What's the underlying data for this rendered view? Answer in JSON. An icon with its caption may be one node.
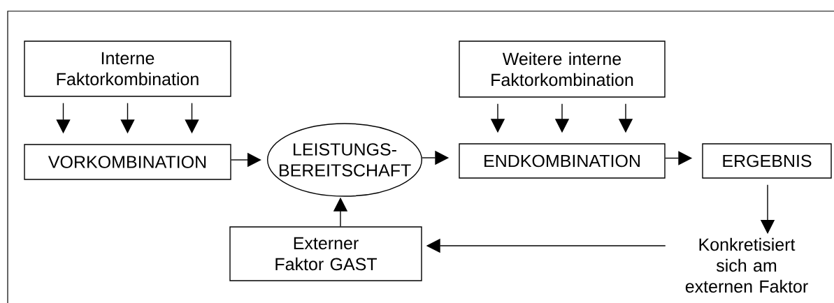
{
  "diagram": {
    "nodes": [
      {
        "text": [
          "Interne Faktorkombination"
        ]
      },
      {
        "text": [
          "VORKOMBINATION"
        ]
      },
      {
        "text": [
          "LEISTUNGS- BEREITSCHAFT"
        ]
      },
      {
        "text": [
          "Weitere interne Faktorkombination"
        ]
      },
      {
        "text": [
          "ENDKOMBINATION"
        ]
      },
      {
        "text": [
          "ERGEBNIS"
        ]
      },
      {
        "text": [
          "Konkretisiert sich am externen Faktor"
        ]
      },
      {
        "text": [
          "Externer Faktor GAST"
        ]
      }
    ],
    "edges": [
      {
        "from": 0,
        "to": 1,
        "arrow": "to"
      },
      {
        "from": 0,
        "to": 1,
        "arrow": "to"
      },
      {
        "from": 0,
        "to": 1,
        "arrow": "to"
      },
      {
        "from": 3,
        "to": 4,
        "arrow": "to"
      },
      {
        "from": 3,
        "to": 4,
        "arrow": "to"
      },
      {
        "from": 3,
        "to": 4,
        "arrow": "to"
      },
      {
        "from": 1,
        "to": 2,
        "arrow": "to"
      },
      {
        "from": 2,
        "to": 4,
        "arrow": "to"
      },
      {
        "from": 4,
        "to": 5,
        "arrow": "to"
      },
      {
        "from": 5,
        "to": 6,
        "arrow": "to"
      },
      {
        "from": 6,
        "to": 7,
        "arrow": "to"
      },
      {
        "from": 7,
        "to": 2,
        "arrow": "to"
      }
    ]
  }
}
